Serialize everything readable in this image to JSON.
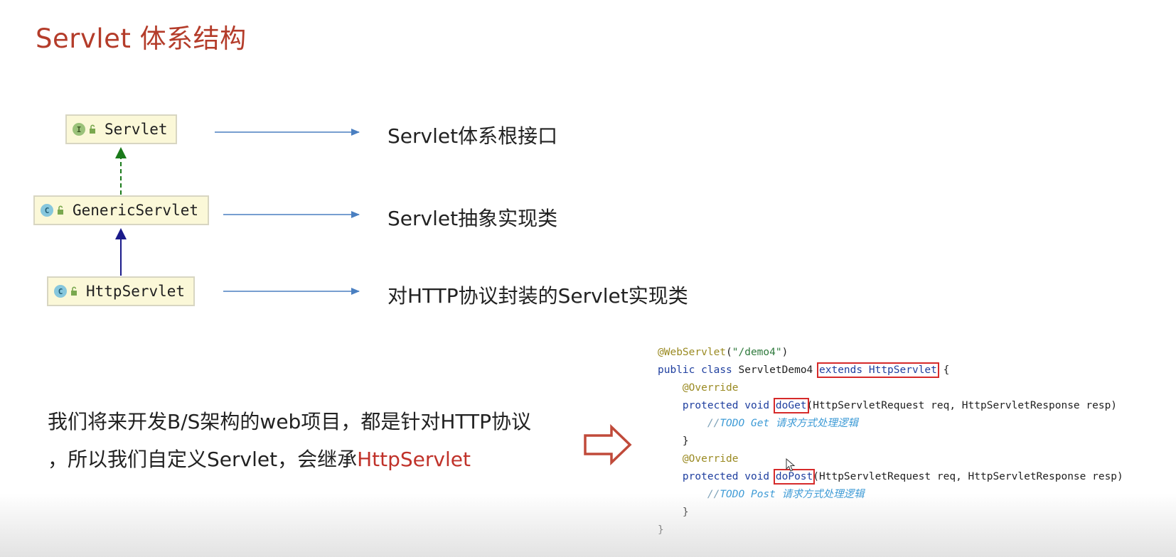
{
  "title": "Servlet 体系结构",
  "hierarchy": {
    "nodes": [
      {
        "badge": "I",
        "name": "Servlet",
        "desc": "Servlet体系根接口"
      },
      {
        "badge": "C",
        "name": "GenericServlet",
        "desc": "Servlet抽象实现类"
      },
      {
        "badge": "C",
        "name": "HttpServlet",
        "desc": "对HTTP协议封装的Servlet实现类"
      }
    ]
  },
  "paragraph": {
    "line1": "我们将来开发B/S架构的web项目，都是针对HTTP协议",
    "line2_prefix": "，所以我们自定义Servlet，会继承",
    "line2_highlight": "HttpServlet"
  },
  "code": {
    "annotation": "@WebServlet",
    "annotation_open": "(",
    "annotation_arg": "\"/demo4\"",
    "annotation_close": ")",
    "public": "public",
    "class": "class",
    "class_name": "ServletDemo4",
    "extends_clause": "extends HttpServlet",
    "open_brace": "{",
    "override": "@Override",
    "protected": "protected",
    "void": "void",
    "do_get": "doGet",
    "get_params": "(HttpServletRequest req, HttpServletResponse resp)",
    "get_comment_slashes": "//",
    "get_comment_todo": "TODO Get",
    "get_comment_text": " 请求方式处理逻辑",
    "close_brace": "}",
    "do_post": "doPost",
    "post_params": "(HttpServletRequest req, HttpServletResponse resp)",
    "post_comment_todo": "TODO Post",
    "post_comment_text": " 请求方式处理逻辑"
  },
  "colors": {
    "title": "#b43c2a",
    "highlight": "#c0322a",
    "arrow_blue": "#4a7fc1",
    "realization_green": "#1a7a1a",
    "inheritance_navy": "#1a1a8a",
    "callout_arrow": "#c04a3a",
    "code_box": "#d62a2a"
  }
}
